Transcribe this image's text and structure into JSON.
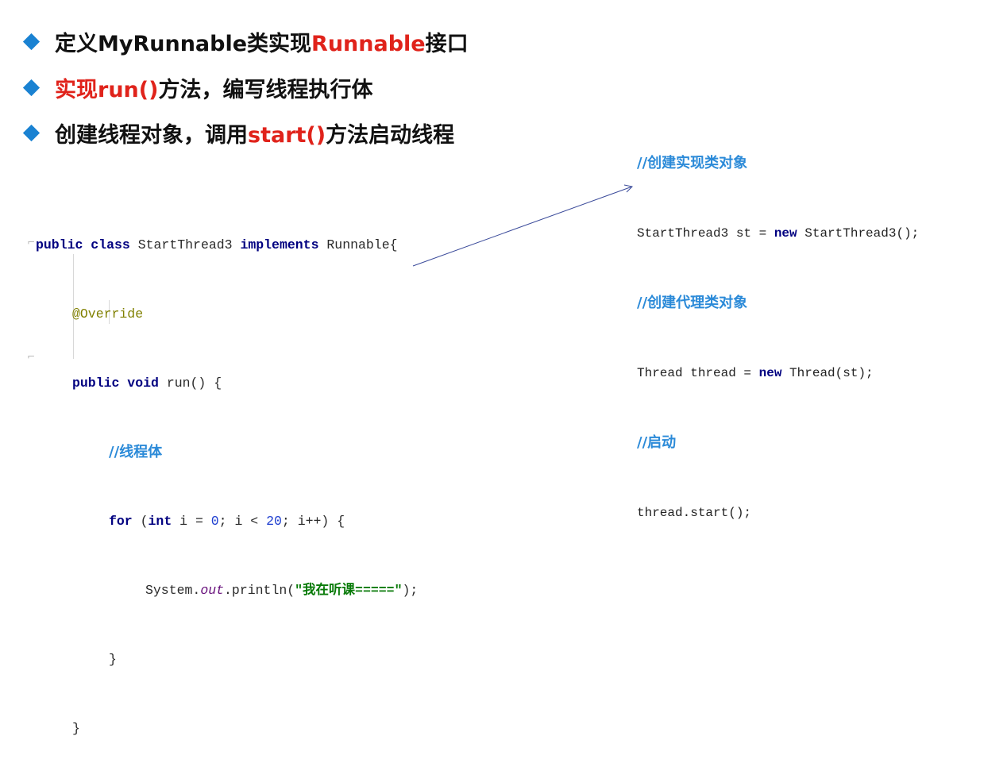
{
  "bullets": [
    {
      "parts": [
        "定义MyRunnable类实现",
        "Runnable",
        "接口"
      ]
    },
    {
      "parts": [
        "",
        "实现run()",
        "方法，编写线程执行体"
      ]
    },
    {
      "parts": [
        "创建线程对象，调用",
        "start()",
        "方法启动线程"
      ]
    }
  ],
  "left_code": {
    "line1": {
      "kw1": "public class",
      "name": " StartThread3 ",
      "kw2": "implements",
      "iface": " Runnable{"
    },
    "line2": {
      "annotation": "@Override"
    },
    "line3": {
      "kw": "public void",
      "rest": " run() {"
    },
    "line4": {
      "comment": "//线程体"
    },
    "line5": {
      "kw1": "for",
      "p1": " (",
      "kw2": "int",
      "p2": " i = ",
      "n1": "0",
      "p3": "; i < ",
      "n2": "20",
      "p4": "; i++) {"
    },
    "line6": {
      "cls": "System.",
      "field": "out",
      "call": ".println(",
      "str": "\"我在听课=====\"",
      "end": ");"
    },
    "line7": {
      "brace": "}"
    },
    "line8": {
      "brace": "}"
    }
  },
  "right_code": {
    "c1": "//创建实现类对象",
    "l1": {
      "a": "StartThread3 st = ",
      "kw": "new",
      "b": " StartThread3();"
    },
    "c2": "//创建代理类对象",
    "l2": {
      "a": "Thread thread = ",
      "kw": "new",
      "b": " Thread(st);"
    },
    "c3": "//启动",
    "l3": "thread.start();"
  },
  "colors": {
    "bullet_diamond": "#1a82d2",
    "highlight_red": "#e0231b",
    "comment_blue": "#2b8ad8",
    "keyword_navy": "#000080",
    "string_green": "#087a08",
    "arrow": "#3a4a9a"
  }
}
